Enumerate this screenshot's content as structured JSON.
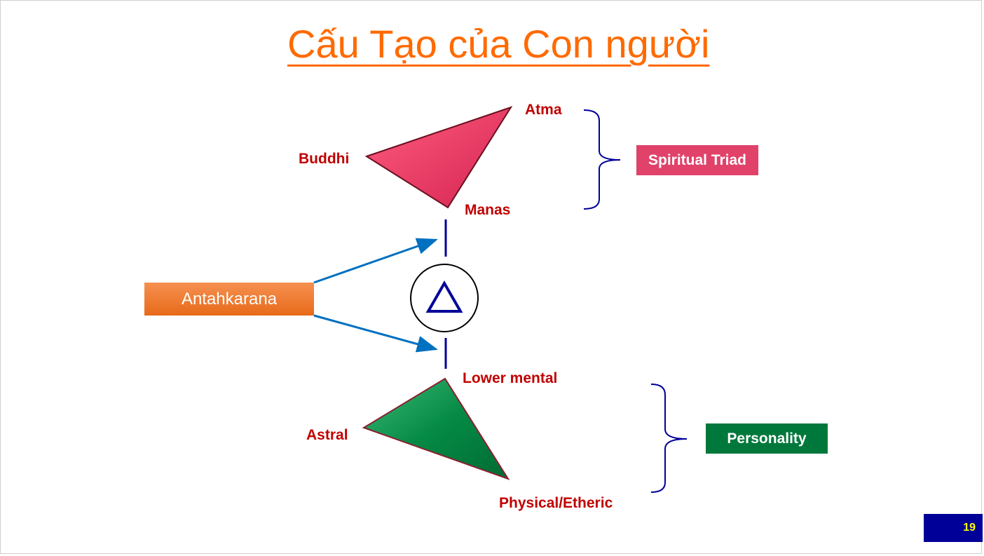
{
  "title": "Cấu Tạo của Con người",
  "labels": {
    "atma": "Atma",
    "buddhi": "Buddhi",
    "manas": "Manas",
    "lower_mental": "Lower mental",
    "astral": "Astral",
    "physical": "Physical/Etheric"
  },
  "boxes": {
    "spiritual_triad": "Spiritual Triad",
    "personality": "Personality",
    "antahkarana": "Antahkarana"
  },
  "page_number": "19",
  "colors": {
    "title": "#ff6a00",
    "label": "#c00000",
    "triad": "#e0426a",
    "personality": "#00783c",
    "antahkarana": "#f07020",
    "arrow": "#0070c0",
    "bracket": "#000099"
  }
}
